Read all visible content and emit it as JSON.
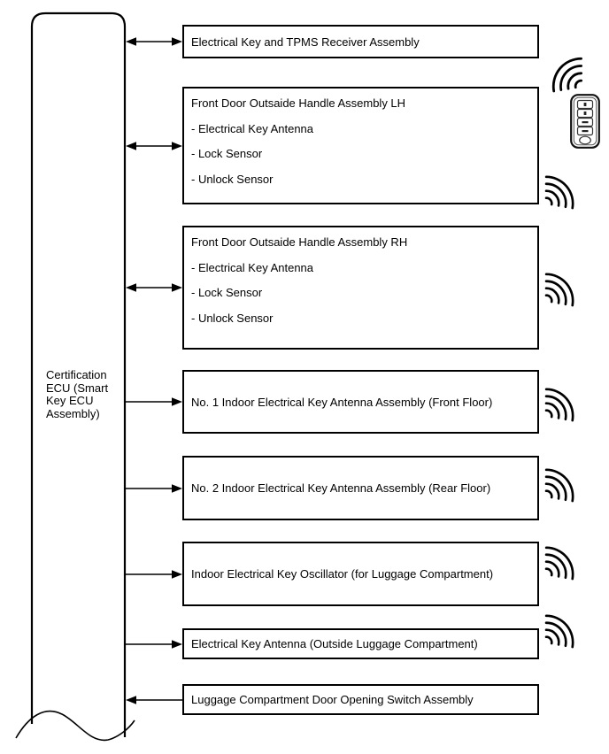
{
  "ecu": {
    "label": "Certification ECU (Smart Key ECU Assembly)"
  },
  "nodes": [
    {
      "label": "Electrical Key and TPMS Receiver Assembly",
      "items": [],
      "arrow": "bidirectional",
      "waves": false
    },
    {
      "label": "Front Door Outsaide Handle Assembly LH",
      "items": [
        "- Electrical Key Antenna",
        "- Lock Sensor",
        "- Unlock Sensor"
      ],
      "arrow": "bidirectional",
      "waves": true
    },
    {
      "label": "Front Door Outsaide Handle Assembly RH",
      "items": [
        "- Electrical Key Antenna",
        "- Lock Sensor",
        "- Unlock Sensor"
      ],
      "arrow": "bidirectional",
      "waves": true
    },
    {
      "label": "No. 1 Indoor Electrical Key Antenna Assembly (Front Floor)",
      "items": [],
      "arrow": "ecu-to-node",
      "waves": true
    },
    {
      "label": "No. 2 Indoor Electrical Key Antenna Assembly (Rear Floor)",
      "items": [],
      "arrow": "ecu-to-node",
      "waves": true
    },
    {
      "label": "Indoor Electrical Key Oscillator (for Luggage Compartment)",
      "items": [],
      "arrow": "ecu-to-node",
      "waves": true
    },
    {
      "label": "Electrical Key Antenna (Outside Luggage Compartment)",
      "items": [],
      "arrow": "ecu-to-node",
      "waves": true
    },
    {
      "label": "Luggage Compartment Door Opening Switch Assembly",
      "items": [],
      "arrow": "node-to-ecu",
      "waves": false
    }
  ],
  "icons": {
    "smart_key": "smart-key-fob",
    "key_transmit": "radio-waves-up-left",
    "antenna_transmit": "radio-waves-up-right"
  },
  "colors": {
    "line": "#000000",
    "text": "#000000",
    "background": "#ffffff"
  }
}
